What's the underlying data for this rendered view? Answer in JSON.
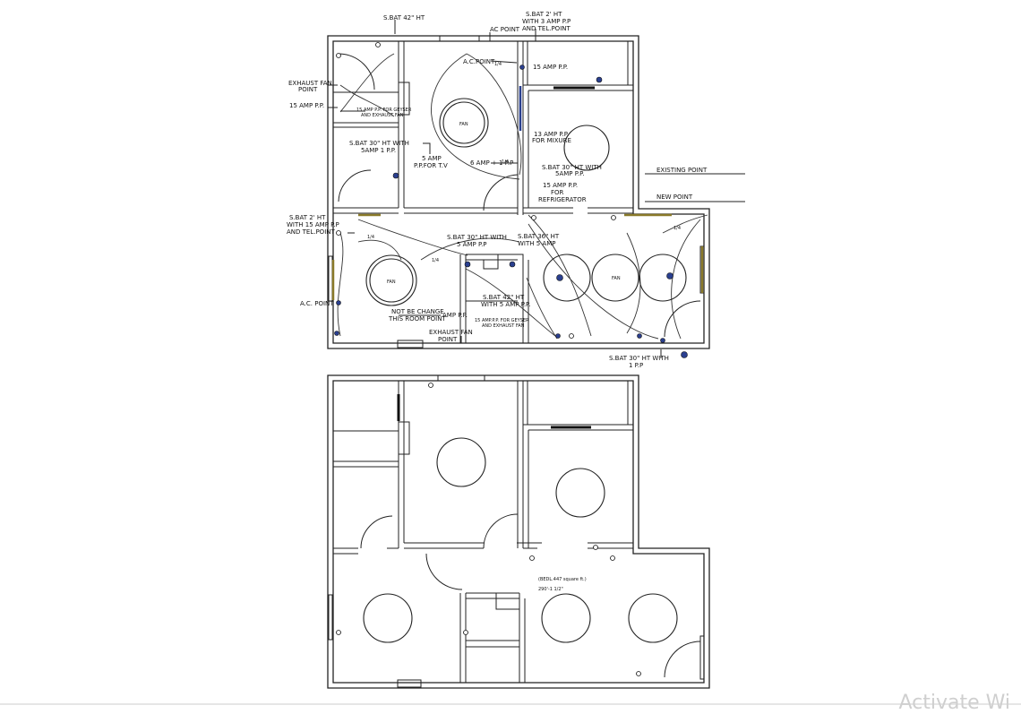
{
  "upper_plan": {
    "labels": {
      "sbat_42_top": "S.BAT 42\" HT",
      "sbat_2_3amp_l1": "S.BAT 2' HT",
      "sbat_2_3amp_l2": "WITH 3 AMP P.P",
      "sbat_2_3amp_l3": "AND TEL.POINT",
      "ac_point_top": "AC POINT",
      "ac_point_room": "A.C.POINT",
      "exhaust_fan_l1": "EXHAUST FAN",
      "exhaust_fan_l2": "POINT",
      "amp15_left": "15 AMP P.P.",
      "geyser_small_l1": "15 AMP P.P. FOR GEYSER",
      "geyser_small_l2": "AND EXHAUST FAN",
      "sbat_30_5amp_l1": "S.BAT 30\" HT WITH",
      "sbat_30_5amp_l2": "5AMP  1 P.P.",
      "five_amp_tv_l1": "5 AMP",
      "five_amp_tv_l2": "P.P.FOR T.V",
      "six_amp": "6 AMP + 1 P.P",
      "amp15_topright": "15 AMP P.P.",
      "mixure_l1": "13 AMP P.P.",
      "mixure_l2": "FOR MIXURE",
      "kitchen_sbat_l1": "S.BAT 30\" HT WITH",
      "kitchen_sbat_l2": "5AMP P.P.",
      "fridge_l1": "15 AMP P.P.",
      "fridge_l2": "FOR",
      "fridge_l3": "REFRIGERATOR",
      "existing_point": "EXISTING POINT",
      "new_point": "NEW POINT",
      "sbat_2_15amp_l1": "S.BAT 2' HT",
      "sbat_2_15amp_l2": "WITH 15 AMP P.P",
      "sbat_2_15amp_l3": "AND TEL.POINT",
      "sbat_30_center_l1": "S.BAT 30\" HT WITH",
      "sbat_30_center_l2": "5 AMP  P.P",
      "sbat_36_l1": "S.BAT 36\" HT",
      "sbat_36_l2": "WITH 5 AMP",
      "ac_point_left": "A.C. POINT",
      "not_change_l1": "NOT BE CHANGE",
      "not_change_l2": "THIS ROOM POINT",
      "amp_pp": "AMP P.P.",
      "sbat_42_bath_l1": "S.BAT 42\" HT",
      "sbat_42_bath_l2": "WITH 5 AMP P.P.",
      "geyser_bath_l1": "15 AMP.P.P. FOR GEYSER",
      "geyser_bath_l2": "AND EXHAUST FAN",
      "exhaust_bottom_l1": "EXHAUST FAN",
      "exhaust_bottom_l2": "POINT",
      "sbat_30_bottom_l1": "S.BAT 30\" HT WITH",
      "sbat_30_bottom_l2": "1 P.P",
      "fan1": "FAN",
      "fan2": "FAN",
      "fan3": "FAN",
      "switch_mark": "1/4"
    }
  },
  "lower_plan": {
    "area_l1": "(BEDL.447 square ft.)",
    "area_l2": "290'-1 1/2\""
  },
  "watermark": "Activate Wi",
  "colors": {
    "ink": "#222222",
    "point": "#2a3f8f",
    "window": "#555555",
    "accent": "#8a7a2a"
  }
}
